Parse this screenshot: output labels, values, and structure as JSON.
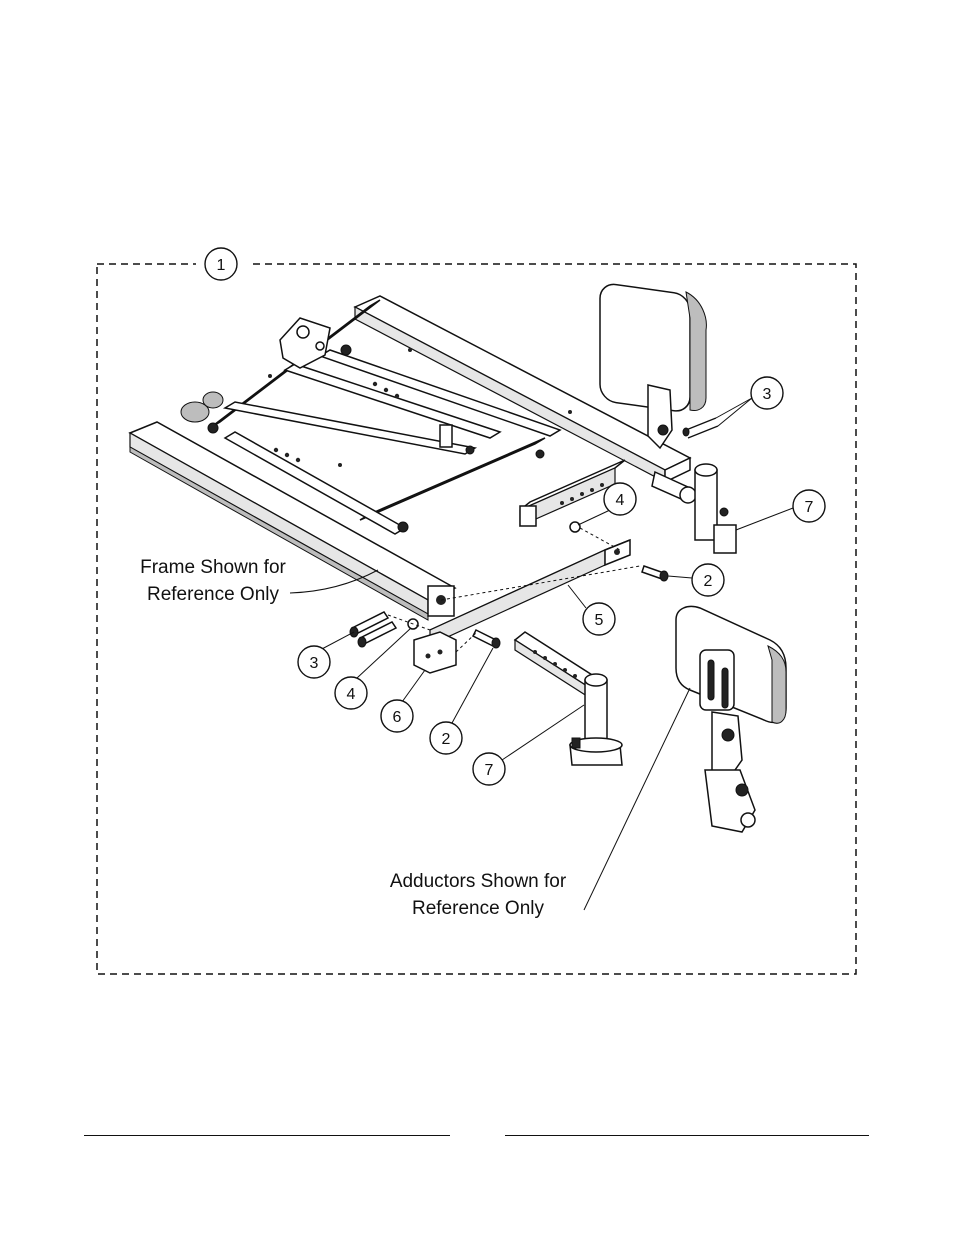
{
  "assembly_callout": "1",
  "notes": {
    "frame_line1": "Frame Shown for",
    "frame_line2": "Reference Only",
    "adductor_line1": "Adductors Shown for",
    "adductor_line2": "Reference Only"
  },
  "callouts": {
    "c2a": "2",
    "c2b": "2",
    "c3a": "3",
    "c3b": "3",
    "c4a": "4",
    "c4b": "4",
    "c5": "5",
    "c6": "6",
    "c7a": "7",
    "c7b": "7"
  }
}
